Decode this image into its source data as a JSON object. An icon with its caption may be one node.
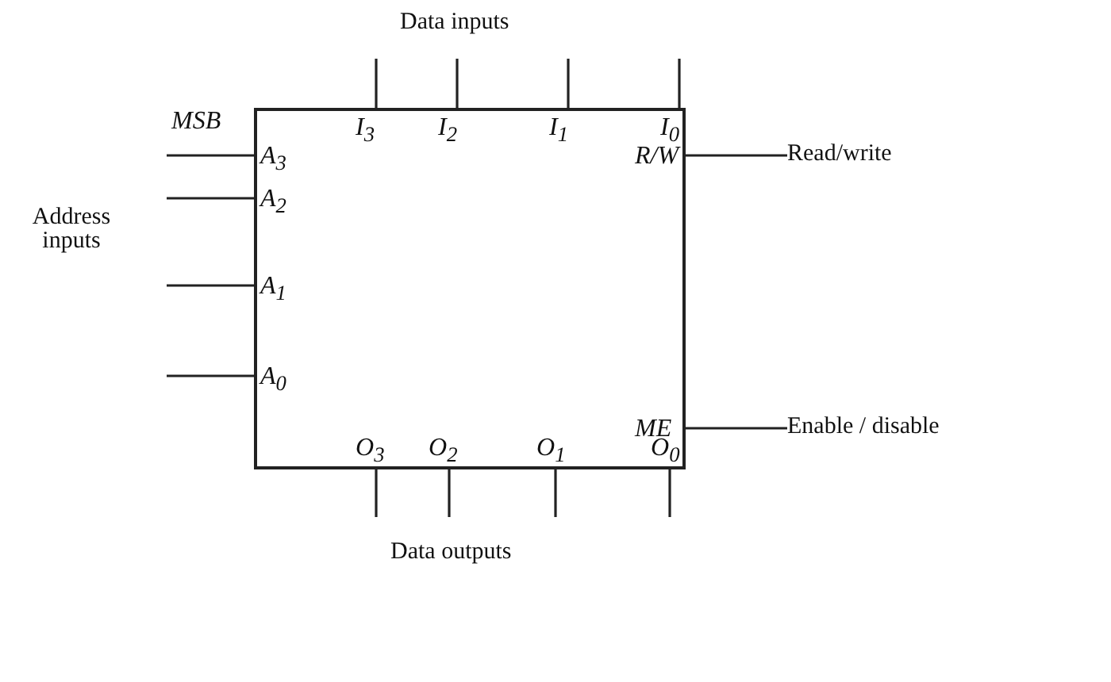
{
  "diagram": {
    "nodes": [
      {
        "text": [],
        "shape": "box"
      },
      {
        "text": [
          "Read/write"
        ]
      },
      {
        "text": [
          "Enable / disable"
        ]
      }
    ],
    "edges": [
      {
        "from": null,
        "to": 0,
        "arrow": "none"
      },
      {
        "from": null,
        "to": 0,
        "arrow": "none"
      },
      {
        "from": null,
        "to": 0,
        "arrow": "none"
      },
      {
        "from": null,
        "to": 0,
        "arrow": "none"
      },
      {
        "from": null,
        "to": 0,
        "arrow": "none"
      },
      {
        "from": null,
        "to": 0,
        "arrow": "none"
      },
      {
        "from": null,
        "to": 0,
        "arrow": "none"
      },
      {
        "from": null,
        "to": 0,
        "arrow": "none"
      },
      {
        "from": 0,
        "to": 1,
        "arrow": "none"
      },
      {
        "from": 0,
        "to": 2,
        "arrow": "none"
      },
      {
        "from": 0,
        "to": null,
        "arrow": "none"
      },
      {
        "from": 0,
        "to": null,
        "arrow": "none"
      },
      {
        "from": 0,
        "to": null,
        "arrow": "none"
      },
      {
        "from": 0,
        "to": null,
        "arrow": "none"
      }
    ],
    "labels": [
      "Data inputs",
      "MSB",
      "I$_{3}$",
      "I$_{2}$",
      "I$_{1}$",
      "I$_{0}$",
      "A$_{3}$",
      "R/W",
      "A$_{2}$",
      "Address inputs",
      "A$_{1}$",
      "A$_{0}$",
      "ME",
      "O$_{3}$",
      "O$_{2}$",
      "O$_{1}$",
      "O$_{0}$",
      "Data outputs"
    ]
  }
}
